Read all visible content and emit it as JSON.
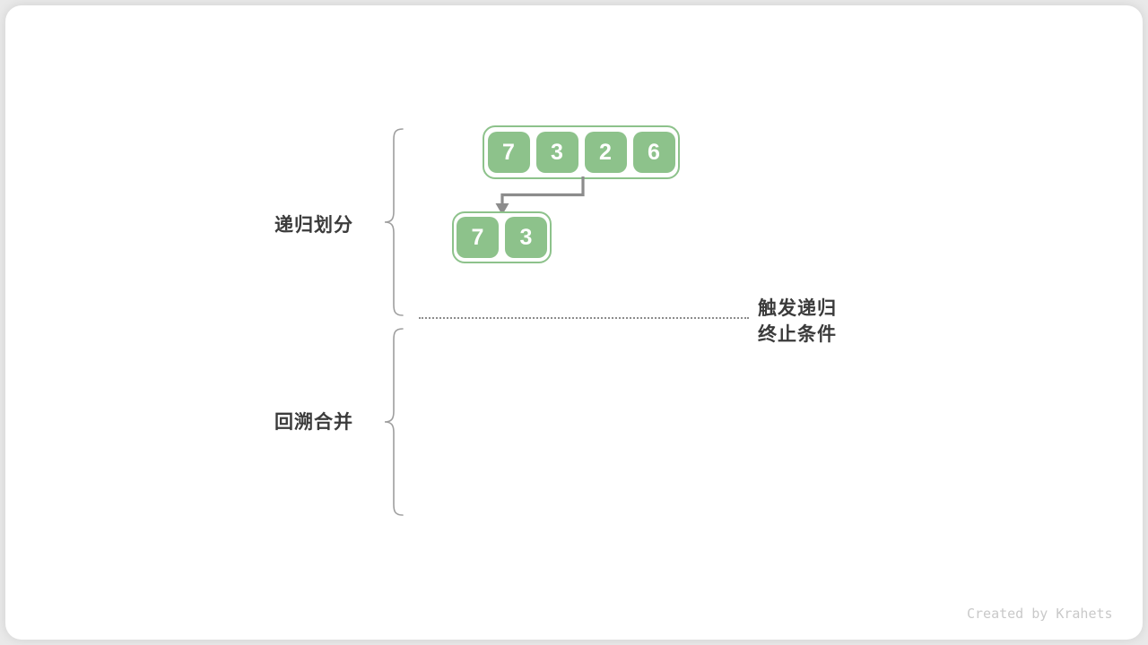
{
  "page": {
    "watermark": "Created by Krahets"
  },
  "labels": {
    "divide": "递归划分",
    "merge": "回溯合并",
    "terminate": {
      "line1": "触发递归",
      "line2": "终止条件"
    }
  },
  "arrays": {
    "level1": {
      "values": [
        "7",
        "3",
        "2",
        "6"
      ]
    },
    "level2": {
      "values": [
        "7",
        "3"
      ]
    }
  },
  "colors": {
    "cell_green": "#8dc28b",
    "arrow_gray": "#8c8c8c",
    "brace_gray": "#9e9e9e",
    "label_dark": "#3b3b3b",
    "watermark_gray": "#c9c9c9",
    "card_bg": "#ffffff",
    "page_bg": "#e9e9e9"
  }
}
